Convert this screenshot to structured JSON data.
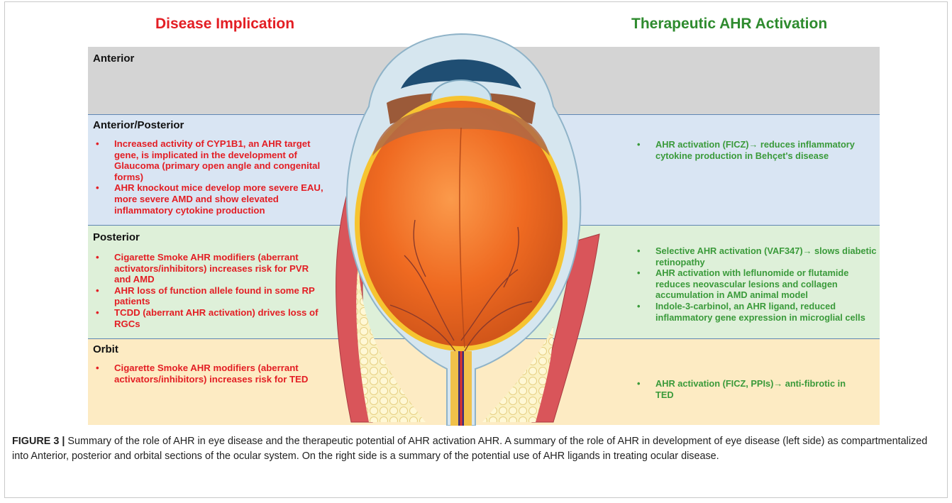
{
  "headers": {
    "disease": "Disease Implication",
    "therapeutic": "Therapeutic AHR Activation"
  },
  "sections": {
    "anterior": {
      "title": "Anterior"
    },
    "anterior_posterior": {
      "title": "Anterior/Posterior",
      "disease": [
        "Increased activity of CYP1B1, an AHR target gene, is implicated in the development of Glaucoma (primary open angle and congenital forms)",
        "AHR knockout mice develop more severe EAU, more severe AMD and show elevated inflammatory cytokine production"
      ],
      "therapeutic": [
        "AHR activation (FICZ)→ reduces inflammatory cytokine production in Behçet's disease"
      ]
    },
    "posterior": {
      "title": "Posterior",
      "disease": [
        "Cigarette Smoke AHR modifiers (aberrant activators/inhibitors) increases risk for PVR and AMD",
        "AHR loss of function allele found in some RP patients",
        "TCDD (aberrant AHR activation) drives loss of RGCs"
      ],
      "therapeutic": [
        "Selective AHR activation (VAF347)→ slows diabetic retinopathy",
        "AHR activation with leflunomide or flutamide reduces neovascular lesions and collagen accumulation in AMD animal model",
        "Indole-3-carbinol, an AHR ligand, reduced inflammatory gene expression in microglial cells"
      ]
    },
    "orbit": {
      "title": "Orbit",
      "disease": [
        "Cigarette Smoke AHR modifiers (aberrant activators/inhibitors) increases risk for TED"
      ],
      "therapeutic": [
        "AHR activation (FICZ, PPIs)→ anti-fibrotic in TED"
      ]
    }
  },
  "caption": {
    "label": "FIGURE 3 |",
    "text": " Summary of the role of AHR in eye disease and the therapeutic potential of AHR activation AHR. A summary of the role of AHR in development of eye disease (left side) as compartmentalized into Anterior, posterior and orbital sections of the ocular system. On the right side is a summary of the potential use of AHR ligands in treating ocular disease."
  }
}
